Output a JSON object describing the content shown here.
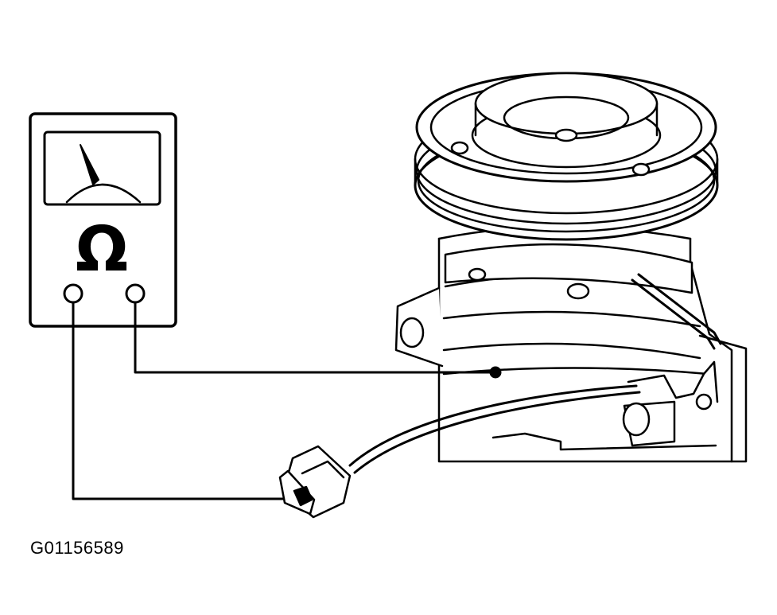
{
  "figure": {
    "id_label": "G01156589",
    "ohm_symbol": "Ω"
  },
  "colors": {
    "line": "#000000",
    "background": "#ffffff"
  },
  "icons": {
    "meter": "ohmmeter-icon",
    "compressor": "ac-compressor-illustration",
    "connector": "clutch-connector-icon"
  }
}
